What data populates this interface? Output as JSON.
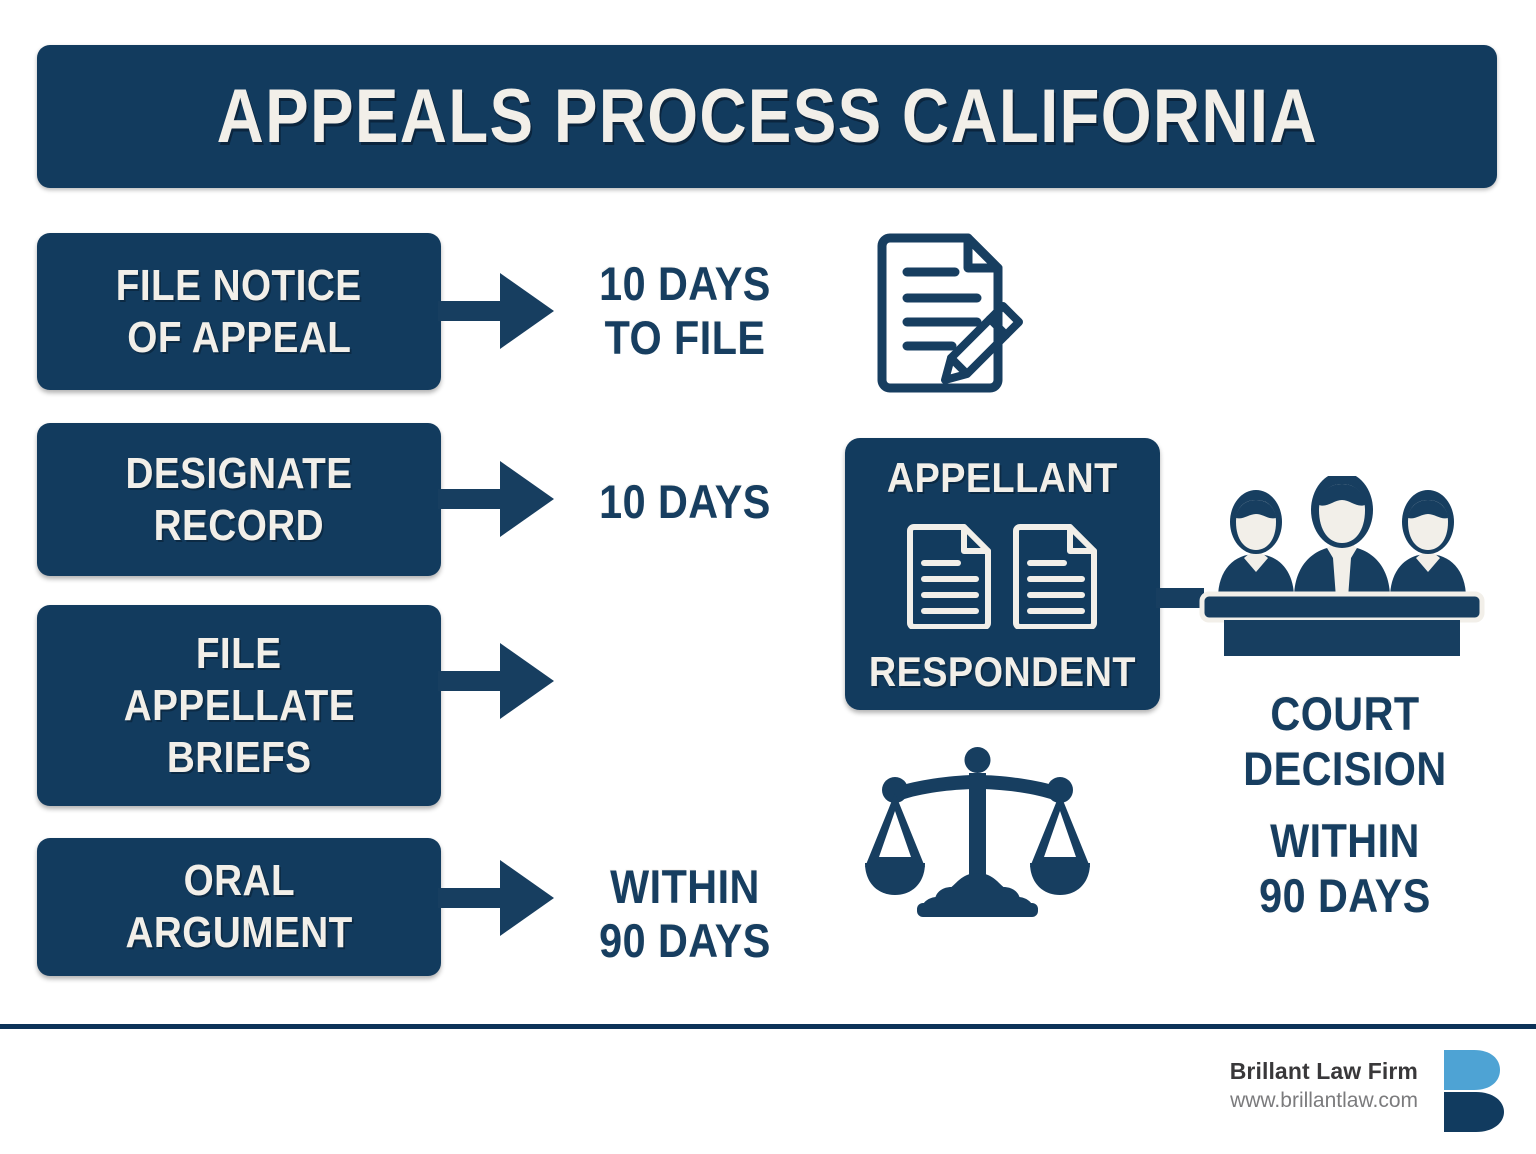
{
  "header": {
    "title": "APPEALS PROCESS CALIFORNIA"
  },
  "colors": {
    "navy": "#123b5e",
    "navy_dark": "#0c3258",
    "navy_text": "#173e60",
    "cream": "#f2efe9",
    "logo_light_blue": "#4ea3d4",
    "logo_navy": "#113b5f",
    "footer_name": "#39383a",
    "footer_url": "#7b7b7d",
    "background": "#ffffff"
  },
  "steps": [
    {
      "id": "file-notice-of-appeal",
      "lines": [
        "FILE NOTICE",
        "OF APPEAL"
      ],
      "timing_lines": [
        "10 DAYS",
        "TO FILE"
      ]
    },
    {
      "id": "designate-record",
      "lines": [
        "DESIGNATE",
        "RECORD"
      ],
      "timing_lines": [
        "10 DAYS"
      ]
    },
    {
      "id": "file-appellate-briefs",
      "lines": [
        "FILE",
        "APPELLATE",
        "BRIEFS"
      ],
      "timing_lines": []
    },
    {
      "id": "oral-argument",
      "lines": [
        "ORAL",
        "ARGUMENT"
      ],
      "timing_lines": [
        "WITHIN",
        "90 DAYS"
      ]
    }
  ],
  "parties": {
    "top_label": "APPELLANT",
    "bottom_label": "RESPONDENT"
  },
  "court": {
    "decision_lines": [
      "COURT",
      "DECISION"
    ],
    "timing_lines": [
      "WITHIN",
      "90 DAYS"
    ]
  },
  "icons": {
    "document_pencil": "document-pencil-icon",
    "brief_document": "document-icon",
    "judges_panel": "judges-bench-icon",
    "scales": "scales-of-justice-icon",
    "logo": "brillant-b-logo"
  },
  "footer": {
    "firm_name": "Brillant Law Firm",
    "url": "www.brillantlaw.com"
  }
}
